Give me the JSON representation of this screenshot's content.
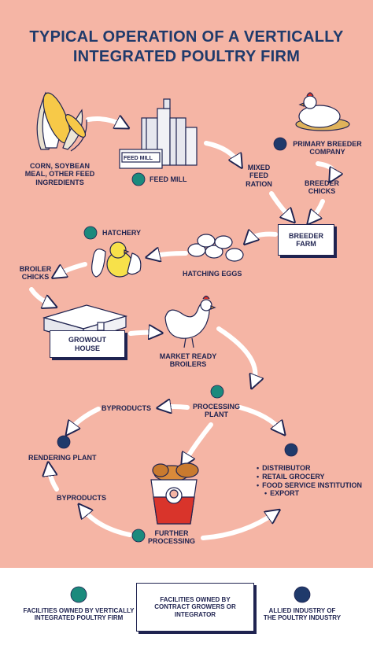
{
  "title_line1": "TYPICAL OPERATION OF A VERTICALLY",
  "title_line2": "INTEGRATED POULTRY FIRM",
  "colors": {
    "background": "#f5b5a5",
    "teal": "#1b8a7d",
    "navy": "#1f3a6b",
    "arrow": "#ffffff",
    "outline": "#1f2350"
  },
  "nodes": {
    "feed_ingredients": "CORN, SOYBEAN MEAL, OTHER FEED INGREDIENTS",
    "feed_mill": "FEED MILL",
    "feed_mill_sign": "FEED MILL",
    "mixed_feed_ration": "MIXED FEED RATION",
    "primary_breeder": "PRIMARY BREEDER COMPANY",
    "breeder_chicks": "BREEDER CHICKS",
    "breeder_farm": "BREEDER FARM",
    "hatching_eggs": "HATCHING EGGS",
    "hatchery": "HATCHERY",
    "broiler_chicks": "BROILER CHICKS",
    "growout_house": "GROWOUT HOUSE",
    "market_ready_broilers": "MARKET READY BROILERS",
    "processing_plant": "PROCESSING PLANT",
    "byproducts_top": "BYPRODUCTS",
    "rendering_plant": "RENDERING PLANT",
    "byproducts_bottom": "BYPRODUCTS",
    "further_processing": "FURTHER PROCESSING",
    "distribution": [
      "DISTRIBUTOR",
      "RETAIL GROCERY",
      "FOOD SERVICE INSTITUTION",
      "EXPORT"
    ]
  },
  "legend": {
    "teal": "FACILITIES OWNED BY VERTICALLY INTEGRATED POULTRY FIRM",
    "box": "FACILITIES OWNED BY CONTRACT GROWERS OR INTEGRATOR",
    "navy": "ALLIED INDUSTRY OF THE POULTRY INDUSTRY"
  }
}
